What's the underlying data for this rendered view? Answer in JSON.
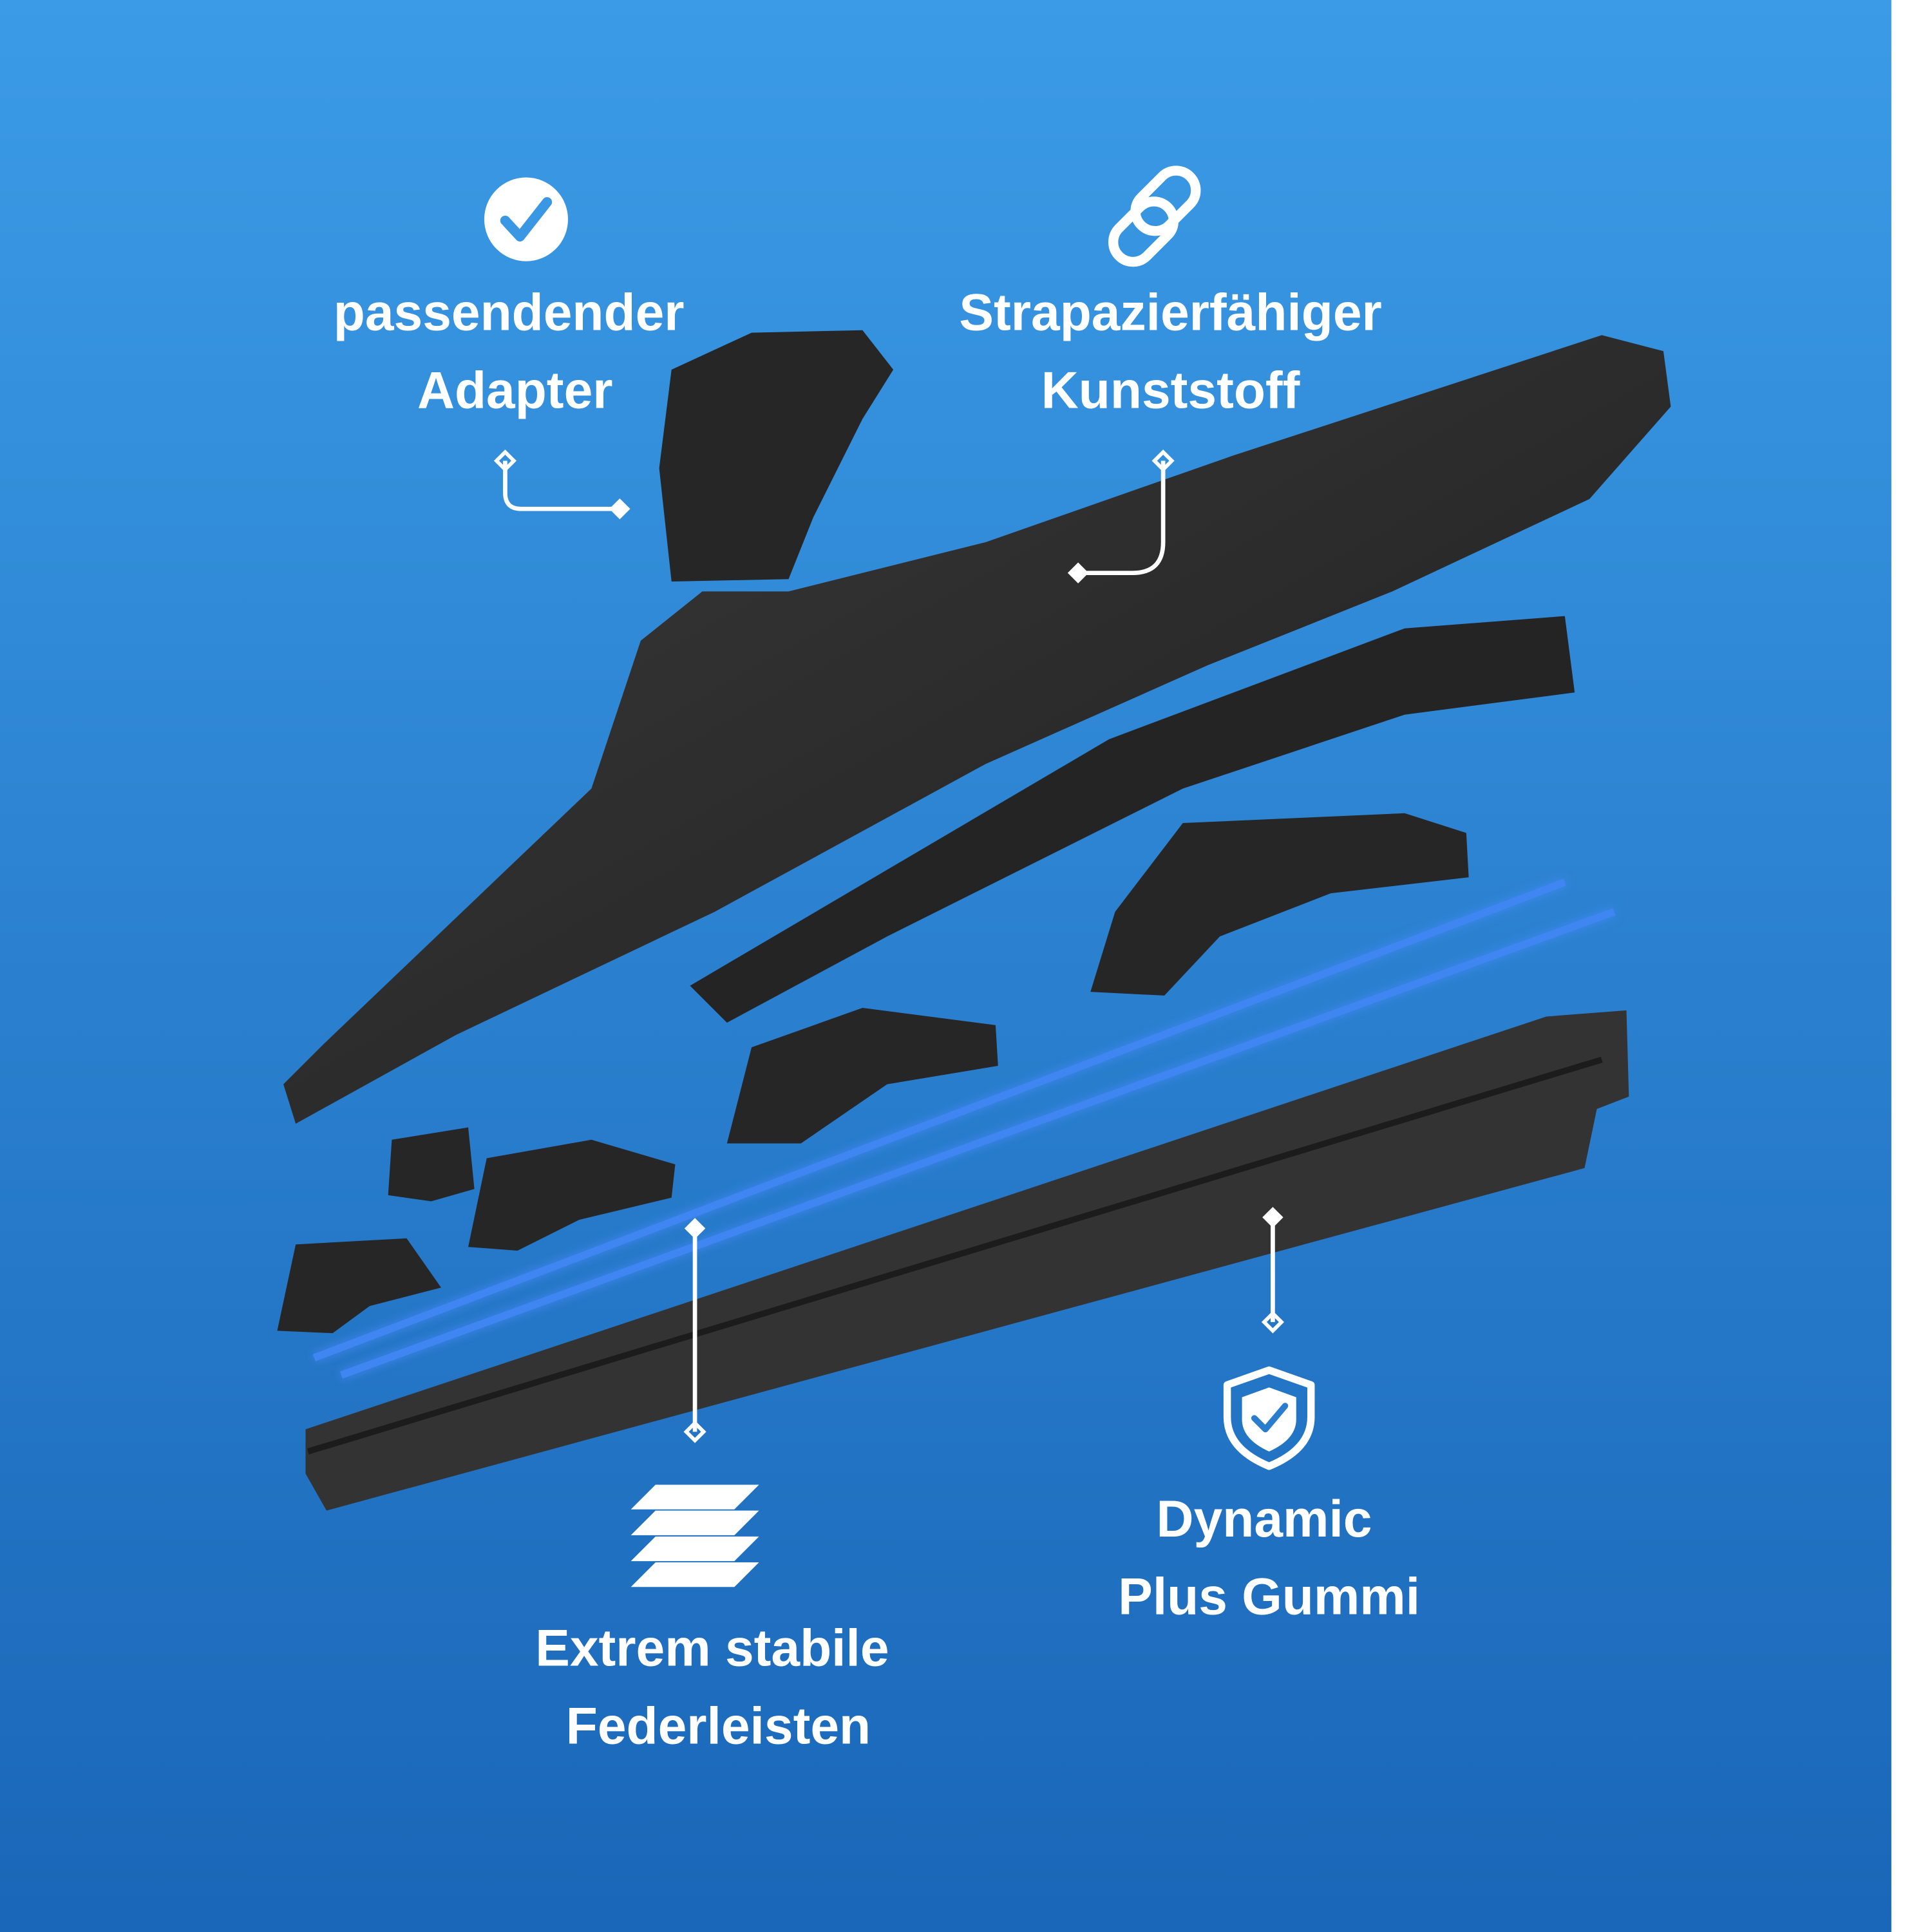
{
  "colors": {
    "background_top": "#3b9be6",
    "background_bottom": "#1a66b8",
    "part_dark": "#2b2b2b",
    "spring_blue": "#3f86f2",
    "label": "#ffffff"
  },
  "features": [
    {
      "icon": "check-circle-icon",
      "line1": "passendender",
      "line2": "Adapter"
    },
    {
      "icon": "link-icon",
      "line1": "Strapazierfähiger",
      "line2": "Kunststoff"
    },
    {
      "icon": "layers-icon",
      "line1": "Extrem stabile",
      "line2": "Federleisten"
    },
    {
      "icon": "shield-check-icon",
      "line1": "Dynamic",
      "line2": "Plus Gummi"
    }
  ]
}
